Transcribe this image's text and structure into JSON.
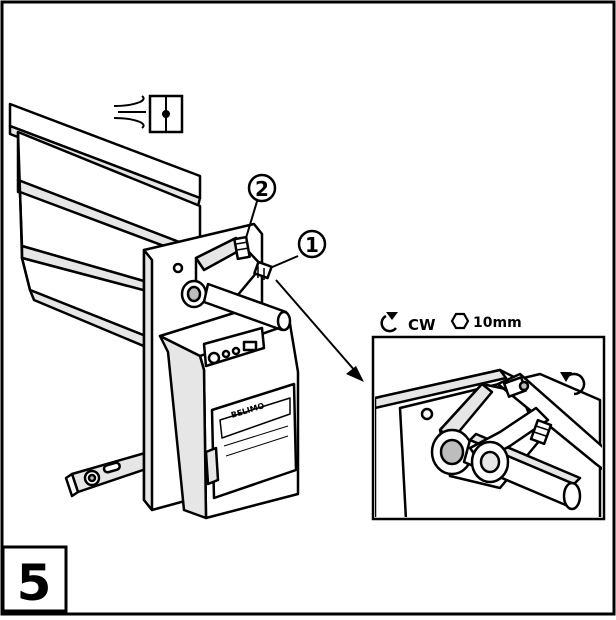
{
  "step": {
    "number": "5"
  },
  "callouts": [
    {
      "label": "2"
    },
    {
      "label": "1"
    }
  ],
  "detail": {
    "rotation_label": "CW",
    "hex_size_label": "10mm",
    "rotation_icon": "clockwise-arrow-icon",
    "hex_icon": "hex-nut-icon"
  },
  "airflow": {
    "icon": "airflow-damper-icon"
  },
  "actuator": {
    "brand_text": "BELIMO",
    "icon": "damper-actuator"
  },
  "colors": {
    "line": "#000000",
    "fill": "#ffffff",
    "shade": "#e6e6e6",
    "dark_shade": "#bdbdbd"
  }
}
